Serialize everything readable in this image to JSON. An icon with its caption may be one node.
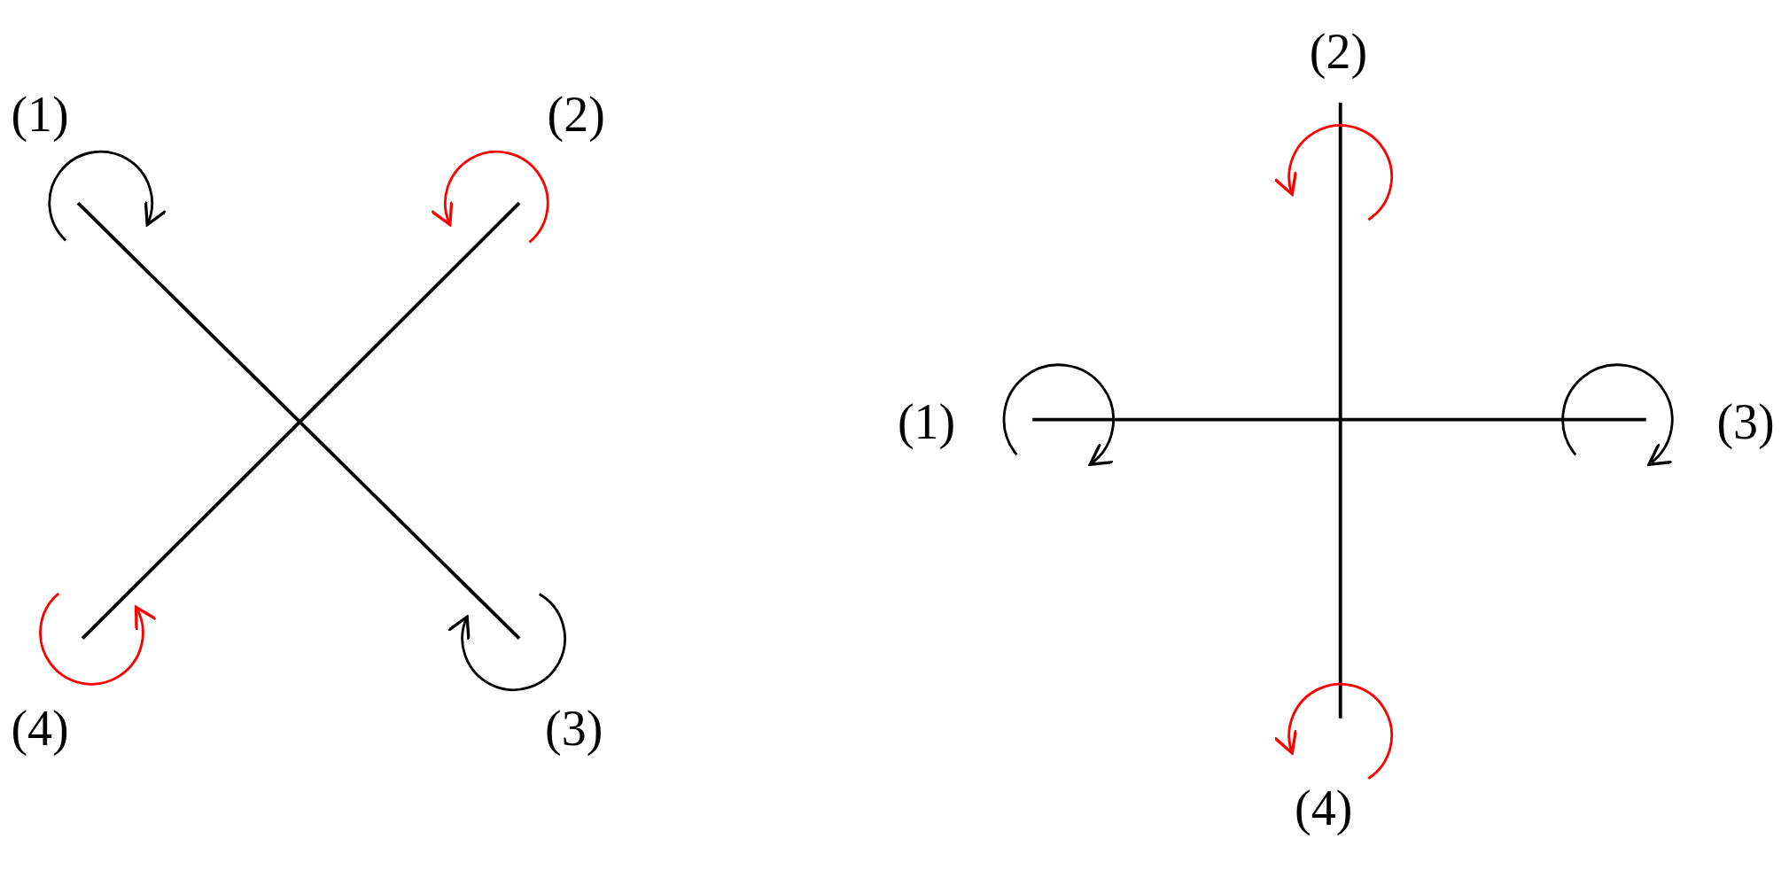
{
  "diagram": {
    "labels": [
      "(1)",
      "(2)",
      "(4)",
      "(3)",
      "(2)",
      "(1)",
      "(3)",
      "(4)"
    ]
  }
}
